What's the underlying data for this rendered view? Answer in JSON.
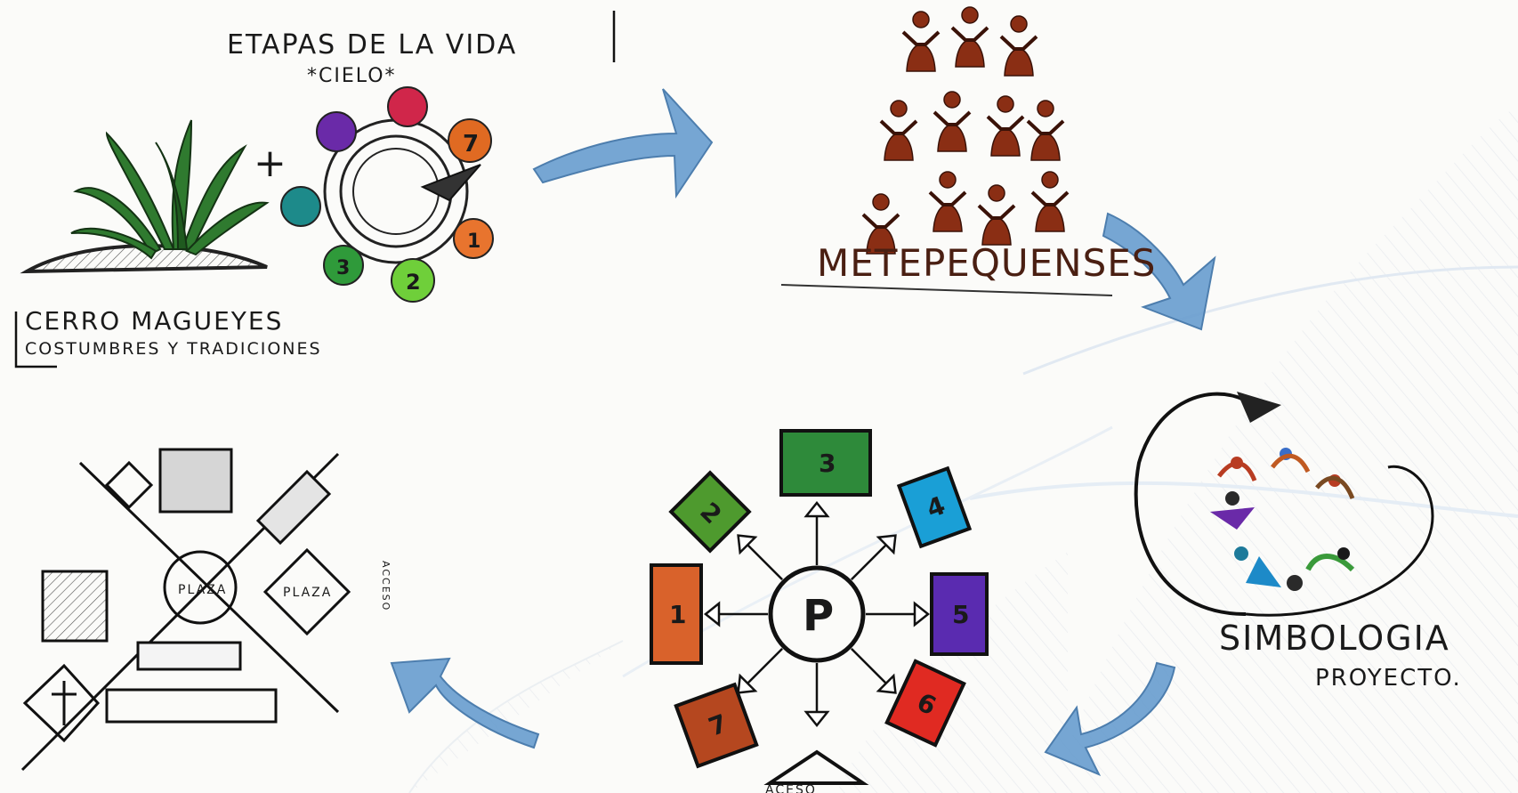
{
  "title_top": "ETAPAS DE LA VIDA",
  "subtitle_top": "*CIELO*",
  "cerro": {
    "line1": "CERRO MAGUEYES",
    "line2": "COSTUMBRES Y TRADICIONES"
  },
  "plus_sign": "+",
  "cycle_numbers": [
    "7",
    "1",
    "2",
    "3"
  ],
  "people_label": "METEPEQUENSES",
  "simbologia": {
    "line1": "SIMBOLOGIA",
    "line2": "PROYECTO."
  },
  "center_letter": "P",
  "blocks": [
    {
      "label": "1",
      "color": "#d9622b"
    },
    {
      "label": "2",
      "color": "#4e9a2e"
    },
    {
      "label": "3",
      "color": "#2e8a3a"
    },
    {
      "label": "4",
      "color": "#1a9fd6"
    },
    {
      "label": "5",
      "color": "#5a2bb0"
    },
    {
      "label": "6",
      "color": "#e02a22"
    },
    {
      "label": "7",
      "color": "#b5471f"
    }
  ],
  "acceso_label": "ACESO",
  "plan_labels": {
    "plaza1": "PLAZA",
    "plaza2": "PLAZA",
    "side": "ACCESO"
  },
  "colors": {
    "arrow_blue": "#5b93c9",
    "ink": "#1a1a1a",
    "agave": "#2a6e2a",
    "people_ink": "#5a1e10"
  }
}
